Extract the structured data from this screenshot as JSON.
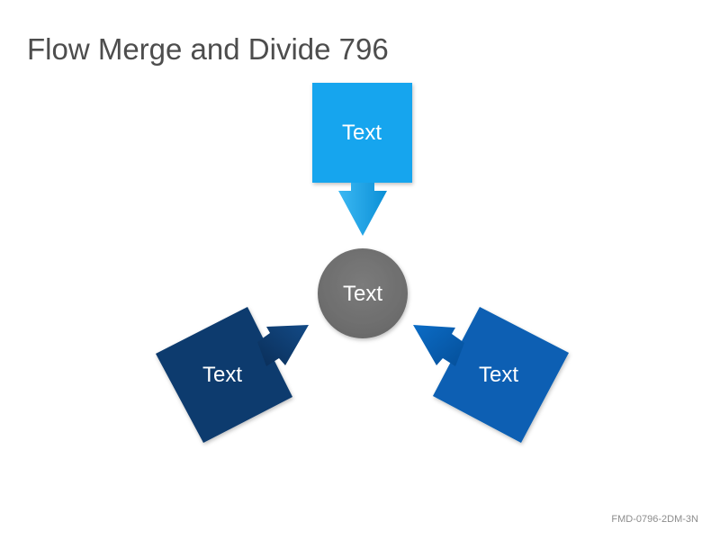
{
  "slide": {
    "title": "Flow Merge and Divide 796",
    "footer_code": "FMD-0796-2DM-3N"
  },
  "diagram": {
    "center": {
      "label": "Text",
      "color": "#737373"
    },
    "top": {
      "label": "Text",
      "color": "#13a5ee",
      "arrow_color": "#0f9ae0"
    },
    "left": {
      "label": "Text",
      "color": "#0d3a6e",
      "arrow_color": "#0c3566"
    },
    "right": {
      "label": "Text",
      "color": "#075fb3",
      "arrow_color": "#0657a8"
    }
  }
}
